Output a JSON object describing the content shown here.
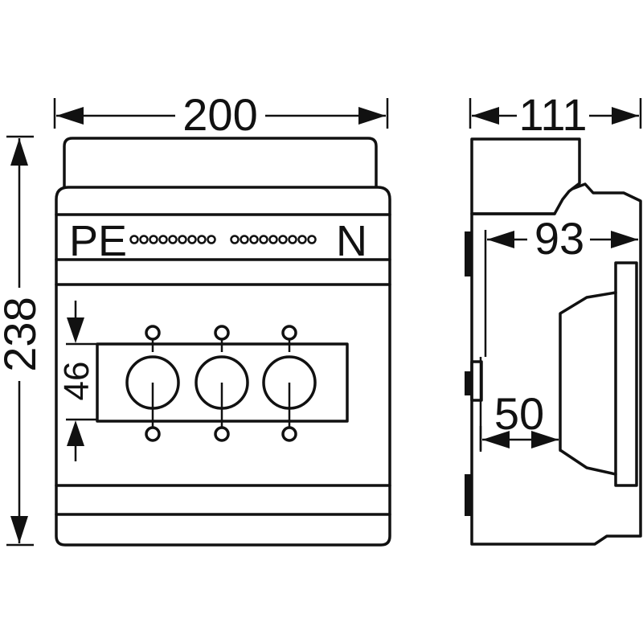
{
  "dimensions": {
    "width": "200",
    "height": "238",
    "depth": "111",
    "inner_depth": "93",
    "front_depth": "50",
    "cutout_height": "46"
  },
  "labels": {
    "pe": "PE",
    "n": "N"
  },
  "colors": {
    "line": "#111111",
    "background": "#ffffff"
  }
}
